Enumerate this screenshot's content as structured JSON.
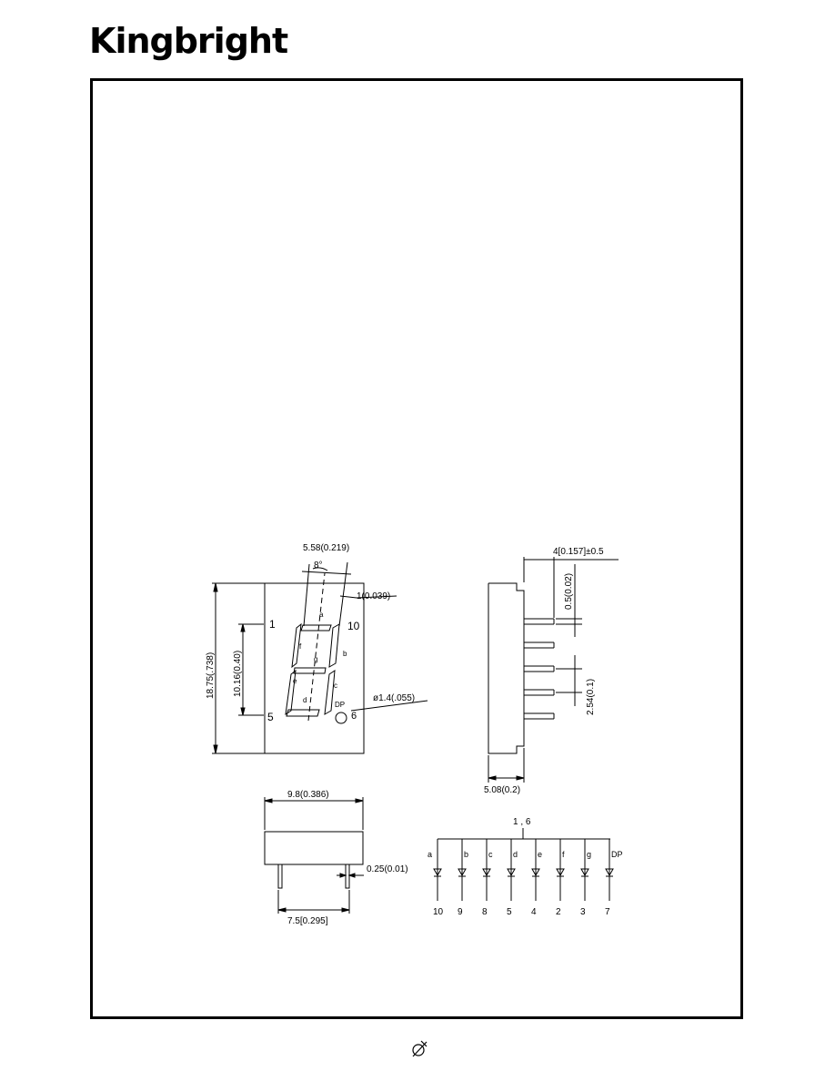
{
  "header": {
    "logo_text": "Kingbright"
  },
  "front_view": {
    "dim_segment_width": "5.58(0.219)",
    "slant_angle": "8°",
    "dim_segment_thickness": "1(0.039)",
    "dim_height": "18.75(.738)",
    "dim_pin_row": "10.16(0.40)",
    "dim_dp": "ø1.4(.055)",
    "pin_1": "1",
    "pin_10": "10",
    "pin_5": "5",
    "pin_6": "6",
    "dp_label": "DP",
    "seg_a": "a",
    "seg_b": "b",
    "seg_c": "c",
    "seg_d": "d",
    "seg_e": "e",
    "seg_f": "f",
    "seg_g": "g"
  },
  "side_view": {
    "dim_pin_length": "4[0.157]±0.5",
    "dim_pin_thickness": "0.5(0.02)",
    "dim_pitch": "2.54(0.1)",
    "dim_depth": "5.08(0.2)"
  },
  "bottom_view": {
    "dim_width": "9.8(0.386)",
    "dim_pin_width": "0.25(0.01)",
    "dim_pin_span": "7.5[0.295]"
  },
  "circuit": {
    "common_label": "1 , 6",
    "segments": [
      "a",
      "b",
      "c",
      "d",
      "e",
      "f",
      "g",
      "DP"
    ],
    "pins": [
      "10",
      "9",
      "8",
      "5",
      "4",
      "2",
      "3",
      "7"
    ]
  }
}
